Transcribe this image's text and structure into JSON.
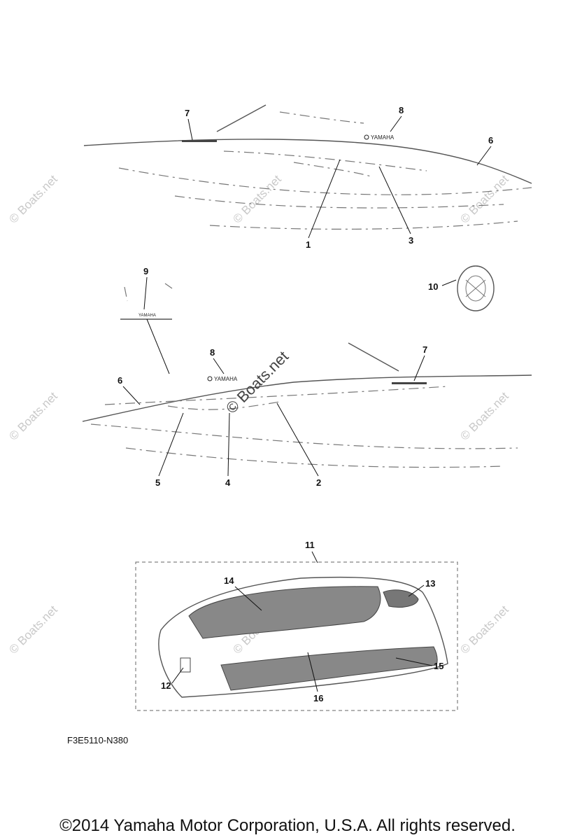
{
  "callouts": [
    "1",
    "2",
    "3",
    "4",
    "5",
    "6",
    "7",
    "8",
    "9",
    "10",
    "11",
    "12",
    "13",
    "14",
    "15",
    "16"
  ],
  "decals": {
    "yamaha_logo_text": "YAMAHA"
  },
  "watermark_text": "© Boats.net",
  "diagram_code": "F3E5110-N380",
  "copyright": "©2014 Yamaha Motor Corporation, U.S.A. All rights reserved."
}
